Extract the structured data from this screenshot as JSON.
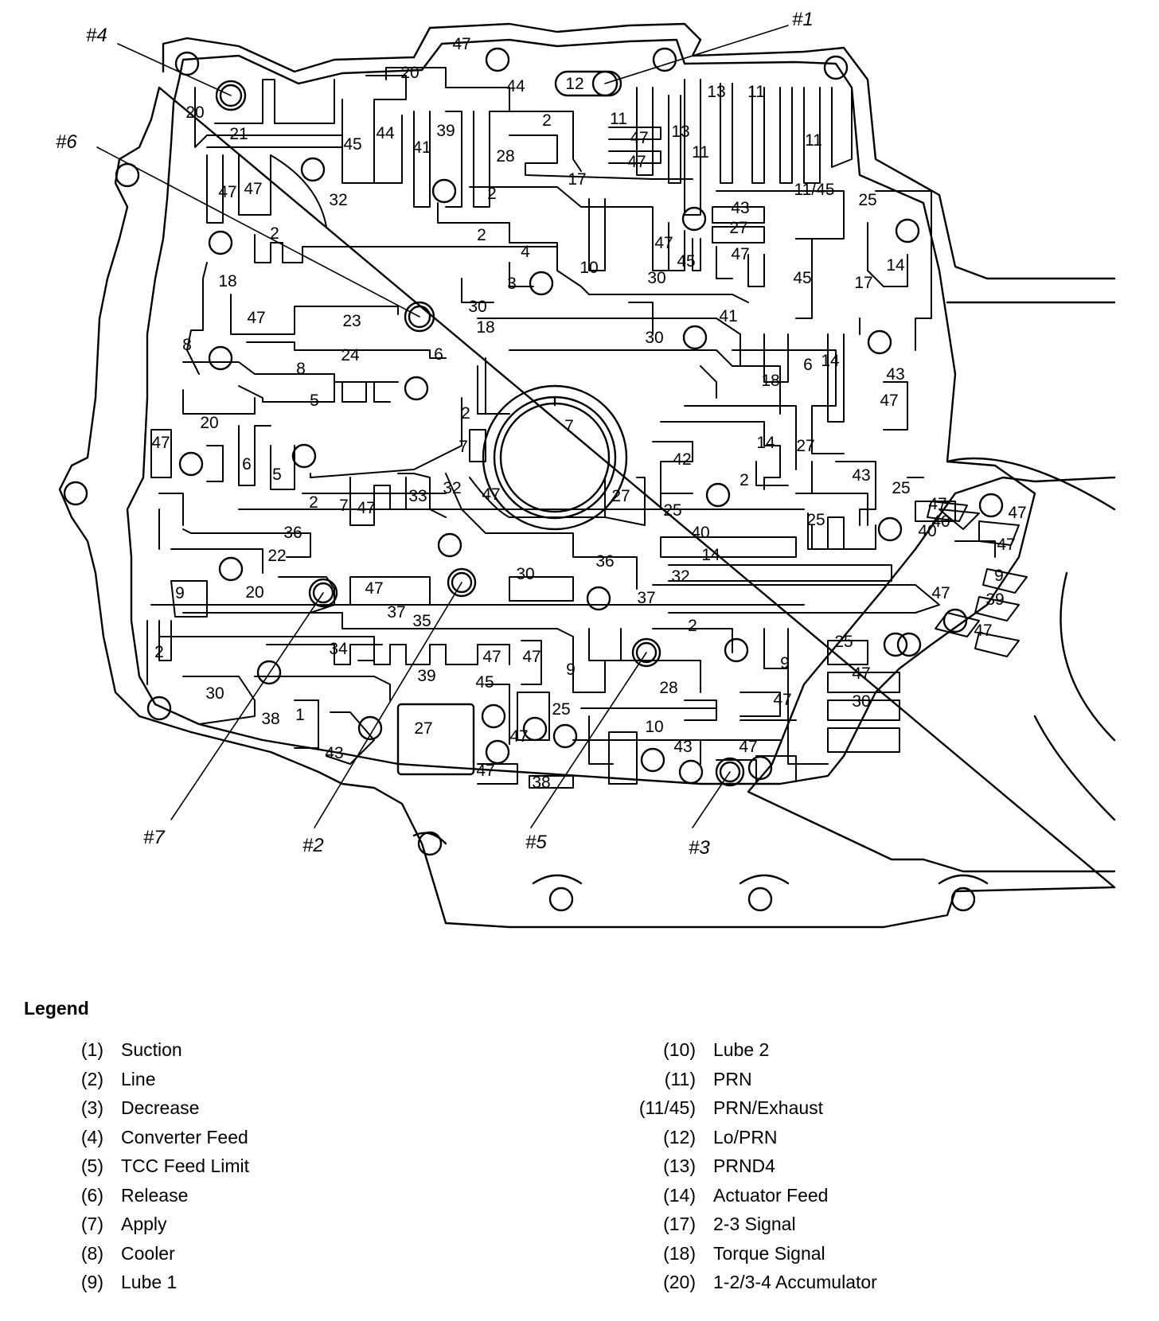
{
  "diagram": {
    "callouts": [
      "#1",
      "#2",
      "#3",
      "#4",
      "#5",
      "#6",
      "#7"
    ],
    "passage_labels": [
      "47",
      "20",
      "44",
      "12",
      "11",
      "13",
      "11",
      "20",
      "21",
      "45",
      "44",
      "41",
      "39",
      "2",
      "28",
      "47",
      "13",
      "47",
      "11",
      "11",
      "47",
      "47",
      "32",
      "2",
      "17",
      "11/45",
      "25",
      "43",
      "27",
      "47",
      "45",
      "47",
      "45",
      "14",
      "17",
      "2",
      "4",
      "2",
      "10",
      "30",
      "18",
      "3",
      "30",
      "18",
      "47",
      "23",
      "41",
      "30",
      "8",
      "24",
      "6",
      "18",
      "6",
      "14",
      "8",
      "43",
      "5",
      "47",
      "2",
      "7",
      "20",
      "47",
      "7",
      "6",
      "42",
      "14",
      "27",
      "5",
      "2",
      "43",
      "25",
      "47",
      "25",
      "7",
      "47",
      "33",
      "32",
      "47",
      "27",
      "2",
      "25",
      "40",
      "40",
      "47",
      "36",
      "40",
      "14",
      "22",
      "47",
      "36",
      "20",
      "47",
      "30",
      "32",
      "9",
      "9",
      "37",
      "37",
      "47",
      "39",
      "35",
      "2",
      "2",
      "34",
      "47",
      "47",
      "25",
      "9",
      "9",
      "47",
      "30",
      "39",
      "28",
      "45",
      "47",
      "47",
      "30",
      "38",
      "1",
      "27",
      "25",
      "10",
      "47",
      "43",
      "43",
      "47",
      "47",
      "38"
    ]
  },
  "legend": {
    "title": "Legend",
    "left": [
      {
        "code": "(1)",
        "text": "Suction"
      },
      {
        "code": "(2)",
        "text": "Line"
      },
      {
        "code": "(3)",
        "text": "Decrease"
      },
      {
        "code": "(4)",
        "text": "Converter Feed"
      },
      {
        "code": "(5)",
        "text": "TCC Feed Limit"
      },
      {
        "code": "(6)",
        "text": "Release"
      },
      {
        "code": "(7)",
        "text": "Apply"
      },
      {
        "code": "(8)",
        "text": "Cooler"
      },
      {
        "code": "(9)",
        "text": "Lube 1"
      }
    ],
    "right": [
      {
        "code": "(10)",
        "text": "Lube 2"
      },
      {
        "code": "(11)",
        "text": "PRN"
      },
      {
        "code": "(11/45)",
        "text": "PRN/Exhaust"
      },
      {
        "code": "(12)",
        "text": "Lo/PRN"
      },
      {
        "code": "(13)",
        "text": "PRND4"
      },
      {
        "code": "(14)",
        "text": "Actuator Feed"
      },
      {
        "code": "(17)",
        "text": "2-3 Signal"
      },
      {
        "code": "(18)",
        "text": "Torque Signal"
      },
      {
        "code": "(20)",
        "text": "1-2/3-4 Accumulator"
      }
    ]
  }
}
